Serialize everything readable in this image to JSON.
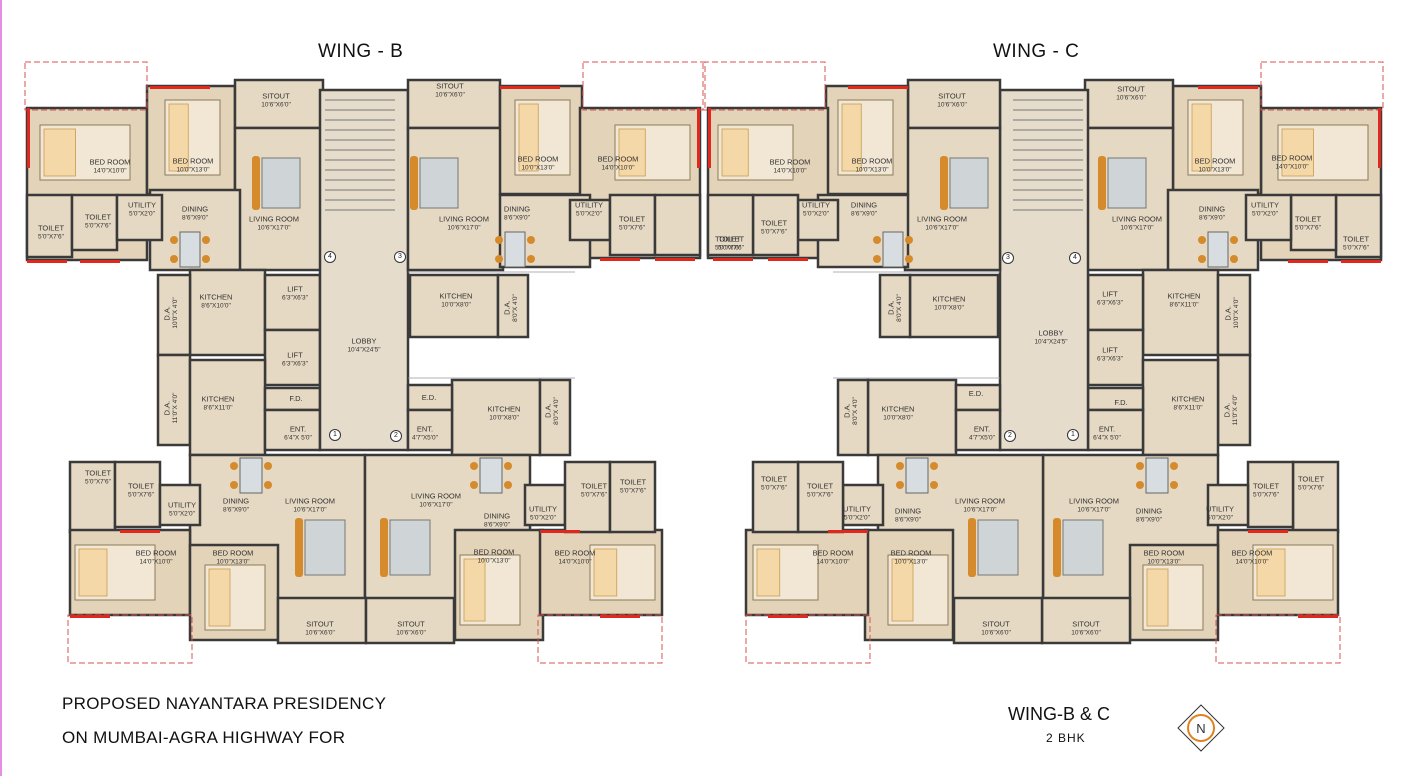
{
  "title_wing_b": "WING - B",
  "title_wing_c": "WING - C",
  "caption_line1": "PROPOSED NAYANTARA PRESIDENCY",
  "caption_line2": "ON MUMBAI-AGRA HIGHWAY FOR",
  "wing_summary": "WING-B & C",
  "bhk": "2 BHK",
  "compass_letter": "N",
  "colors": {
    "floor": "#e6d9c3",
    "bedroom_floor": "#e3d3b8",
    "wall": "#3a3a3a",
    "window": "#e0281f",
    "balcony_outline": "#d9534f",
    "furniture": "#d58a2b",
    "lobby": "#e6dccb"
  },
  "rooms": {
    "bed_a": {
      "name": "BED ROOM",
      "dim": "14'0\"X10'0\""
    },
    "bed_b": {
      "name": "BED ROOM",
      "dim": "10'0\"X13'0\""
    },
    "living": {
      "name": "LIVING ROOM",
      "dim": "10'6\"X17'0\""
    },
    "dining": {
      "name": "DINING",
      "dim": "8'6\"X9'0\""
    },
    "kitchen_a": {
      "name": "KITCHEN",
      "dim": "8'6\"X10'0\""
    },
    "kitchen_b": {
      "name": "KITCHEN",
      "dim": "8'6\"X11'0\""
    },
    "kitchen_c": {
      "name": "KITCHEN",
      "dim": "10'0\"X8'0\""
    },
    "toilet": {
      "name": "TOILET",
      "dim": "5'0\"X7'6\""
    },
    "utility": {
      "name": "UTILITY",
      "dim": "5'0\"X2'0\""
    },
    "sitout": {
      "name": "SITOUT",
      "dim": "10'6\"X6'0\""
    },
    "lift": {
      "name": "LIFT",
      "dim": "6'3\"X6'3\""
    },
    "lobby": {
      "name": "LOBBY",
      "dim": "10'4\"X24'5\""
    },
    "da_a": {
      "name": "D.A.",
      "dim": "10'0\"X 4'0\""
    },
    "da_b": {
      "name": "D.A.",
      "dim": "11'0\"X 4'0\""
    },
    "da_c": {
      "name": "D.A.",
      "dim": "8'0\"X 4'0\""
    },
    "fd": {
      "name": "F.D.",
      "dim": ""
    },
    "ed": {
      "name": "E.D.",
      "dim": ""
    },
    "ent_a": {
      "name": "ENT.",
      "dim": "6'4\"X 5'0\""
    },
    "ent_b": {
      "name": "ENT.",
      "dim": "4'7\"X5'0\""
    }
  },
  "stair_numbers": [
    "1",
    "2",
    "3",
    "4"
  ]
}
